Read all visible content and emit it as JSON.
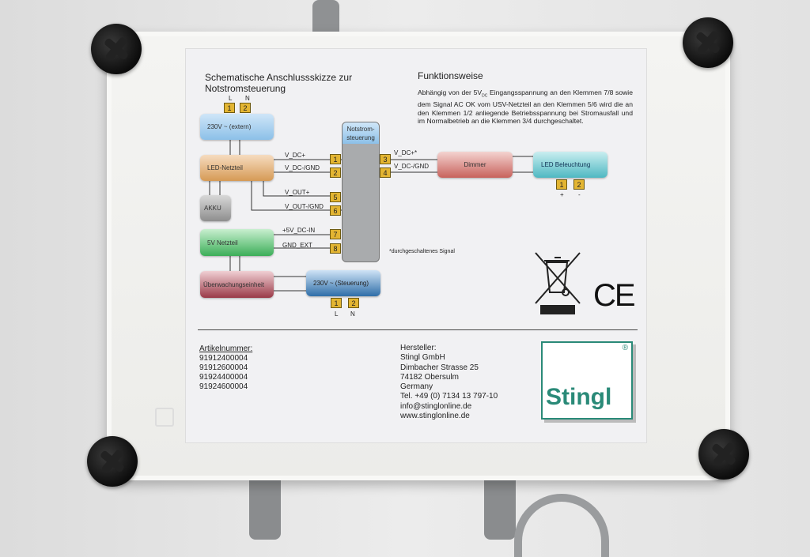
{
  "schematic": {
    "title_line1": "Schematische Anschlussskizze zur",
    "title_line2": "Notstromsteuerung",
    "top_L": "L",
    "top_N": "N",
    "top_t1": "1",
    "top_t2": "2",
    "box_230_extern": "230V ~ (extern)",
    "box_led_netzteil": "LED-Netzteil",
    "box_akku": "AKKU",
    "box_notstrom_line1": "Notstrom-",
    "box_notstrom_line2": "steuerung",
    "box_5v_netzteil": "5V Netzteil",
    "box_ueberwachung": "Überwachungseinheit",
    "box_230_steuerung": "230V ~ (Steuerung)",
    "box_dimmer": "Dimmer",
    "box_led_beleuchtung": "LED Beleuchtung",
    "terminals": [
      "1",
      "2",
      "3",
      "4",
      "5",
      "6",
      "7",
      "8"
    ],
    "sig_vdc_plus": "V_DC+",
    "sig_vdc_gnd": "V_DC-/GND",
    "sig_vout_plus": "V_OUT+",
    "sig_vout_gnd": "V_OUT-/GND",
    "sig_5v_in": "+5V_DC-IN",
    "sig_gnd_ext": "GND_EXT",
    "sig_vdc_plus_star": "V_DC+*",
    "sig_vdc_gnd_out": "V_DC-/GND",
    "led_t1": "1",
    "led_t2": "2",
    "led_plus": "+",
    "led_minus": "-",
    "bottom_t1": "1",
    "bottom_t2": "2",
    "bottom_L": "L",
    "bottom_N": "N",
    "footnote": "*durchgeschaltenes Signal"
  },
  "function": {
    "title": "Funktionsweise",
    "text_pre": "Abhängig von der 5V",
    "text_sub": "DC",
    "text_post": " Eingangsspannung an den Klemmen 7/8 sowie dem Signal AC OK vom USV-Netzteil an den Klemmen 5/6 wird die an den Klemmen 1/2 anliegende Betriebsspannung bei Stromausfall und im Normalbetrieb an die Klemmen 3/4 durchgeschaltet."
  },
  "symbols": {
    "ce": "CE"
  },
  "articles": {
    "heading": "Artikelnummer:",
    "items": [
      "91912400004",
      "91912600004",
      "91924400004",
      "91924600004"
    ]
  },
  "manufacturer": {
    "heading": "Hersteller:",
    "lines": [
      "Stingl GmbH",
      "Dimbacher Strasse 25",
      "74182 Obersulm",
      "Germany",
      "Tel. +49 (0) 7134 13 797-10",
      "info@stinglonline.de",
      "www.stinglonline.de"
    ]
  },
  "logo": {
    "text": "Stingl",
    "registered": "®",
    "color": "#2a8a78"
  }
}
